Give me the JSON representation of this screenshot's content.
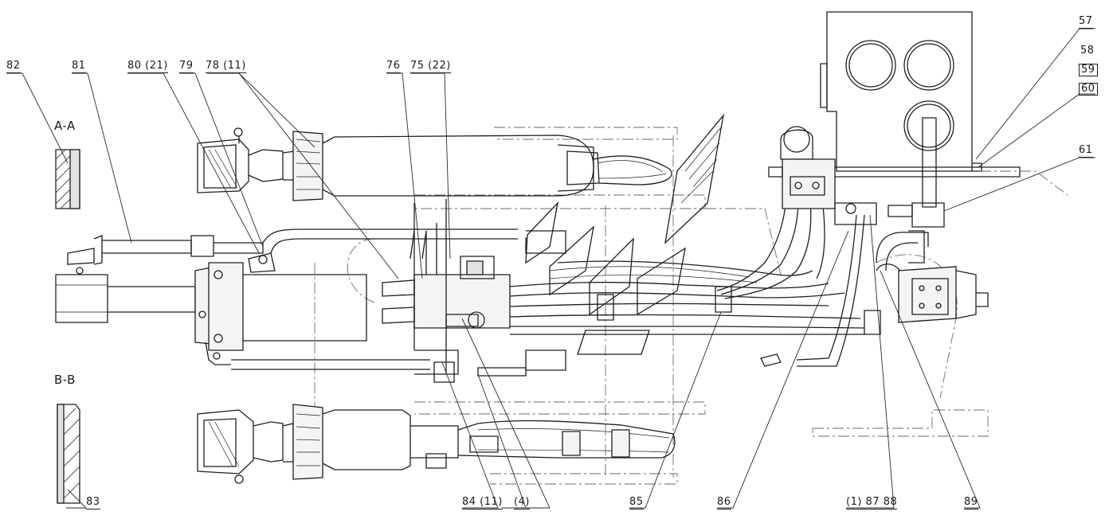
{
  "drawing": {
    "sections": {
      "a": "A-A",
      "b": "B-B"
    },
    "callouts": [
      {
        "id": "c82",
        "text": "82"
      },
      {
        "id": "c81",
        "text": "81"
      },
      {
        "id": "c80",
        "text": "80 (21)"
      },
      {
        "id": "c79",
        "text": "79"
      },
      {
        "id": "c78",
        "text": "78 (11)"
      },
      {
        "id": "c76",
        "text": "76"
      },
      {
        "id": "c75",
        "text": "75 (22)"
      },
      {
        "id": "c57",
        "text": "57"
      },
      {
        "id": "c58",
        "text": "58"
      },
      {
        "id": "c59",
        "text": "59"
      },
      {
        "id": "c60",
        "text": "60"
      },
      {
        "id": "c61",
        "text": "61"
      },
      {
        "id": "c83",
        "text": "83"
      },
      {
        "id": "c84",
        "text": "84 (11)"
      },
      {
        "id": "c14",
        "text": "(4)"
      },
      {
        "id": "c85",
        "text": "85"
      },
      {
        "id": "c86",
        "text": "86"
      },
      {
        "id": "c87",
        "text": "(1) 87 88"
      },
      {
        "id": "c89",
        "text": "89"
      }
    ]
  }
}
